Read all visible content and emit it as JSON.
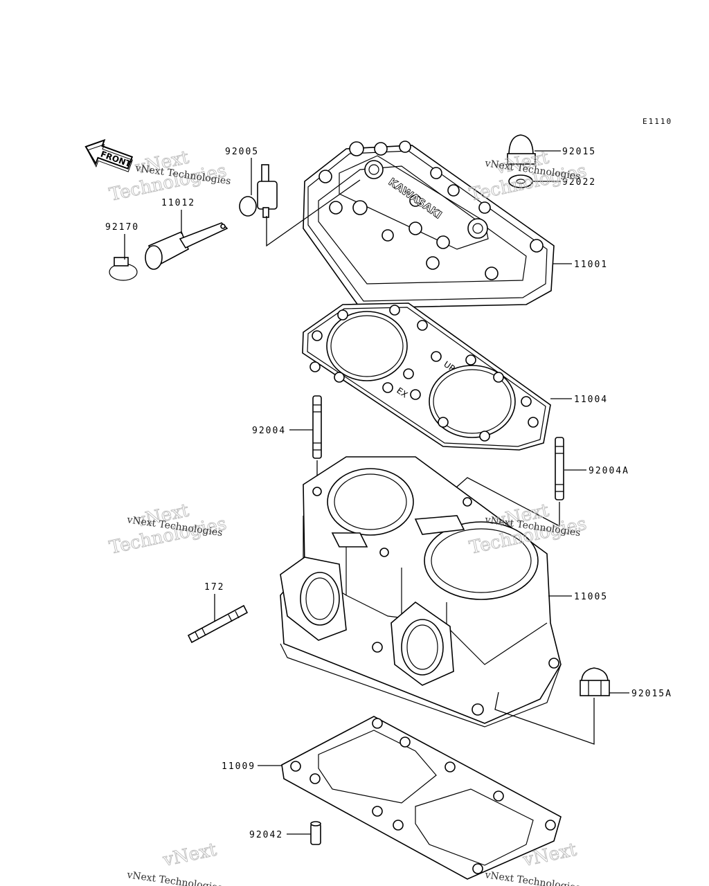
{
  "diagram": {
    "code": "E1110",
    "front_label": "FRONT",
    "head_text": "KAWASAKI",
    "gasket_marks": [
      "UP",
      "EX"
    ],
    "watermark": {
      "line1": "vNext",
      "line2": "Technologies",
      "line3": "vNext Technologies"
    },
    "parts": [
      {
        "id": "92005"
      },
      {
        "id": "11012"
      },
      {
        "id": "92170"
      },
      {
        "id": "92015"
      },
      {
        "id": "92022"
      },
      {
        "id": "11001"
      },
      {
        "id": "11004"
      },
      {
        "id": "92004"
      },
      {
        "id": "92004A"
      },
      {
        "id": "11005"
      },
      {
        "id": "172"
      },
      {
        "id": "92015A"
      },
      {
        "id": "11009"
      },
      {
        "id": "92042"
      }
    ]
  }
}
